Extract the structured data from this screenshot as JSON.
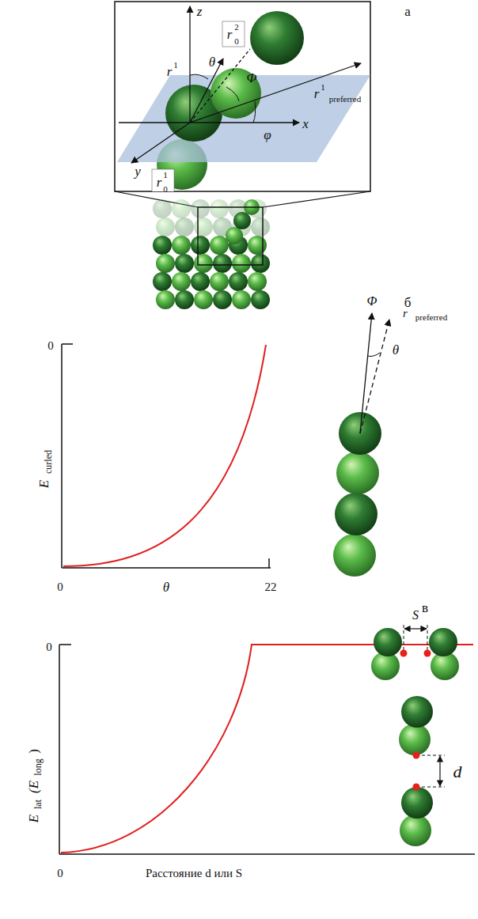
{
  "diagram": {
    "labels": [
      "а",
      "z",
      "θ",
      "r",
      "2",
      "0",
      "r",
      "1",
      "Φ",
      "r",
      "1",
      "preferred",
      "φ",
      "x",
      "y",
      "r",
      "1",
      "0",
      "б",
      "0",
      "E",
      "curled",
      "0",
      "θ",
      "22",
      "Φ",
      "r",
      "preferred",
      "θ",
      "в",
      "S",
      "0",
      "E",
      "lat",
      "(E",
      "long",
      ")",
      "0",
      "Расстояние d или S",
      "d"
    ]
  }
}
